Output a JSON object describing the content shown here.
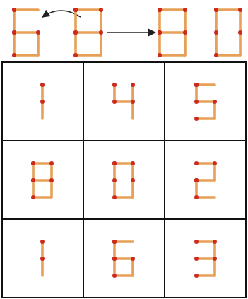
{
  "diagram": {
    "labels": [
      "6",
      "8",
      "8",
      "0",
      "1",
      "4",
      "5",
      "8",
      "0",
      "2",
      "1",
      "6",
      "3"
    ]
  }
}
